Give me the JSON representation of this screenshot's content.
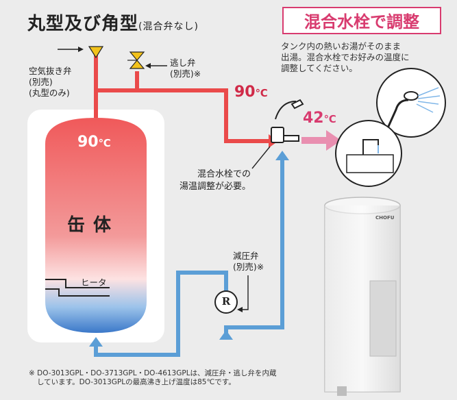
{
  "title": {
    "main": "丸型及び角型",
    "sub": "(混合弁なし)"
  },
  "badge": {
    "text": "混合水栓で調整"
  },
  "badge_description": [
    "タンク内の熱いお湯がそのまま",
    "出湯。混合水栓でお好みの温度に",
    "調整してください。"
  ],
  "labels": {
    "air_valve": [
      "空気抜き弁",
      "(別売)",
      "(丸型のみ)"
    ],
    "relief_valve": [
      "逃し弁",
      "(別売)※"
    ],
    "pressure_valve": [
      "減圧弁",
      "(別売)※"
    ],
    "mixing_note": [
      "混合水栓での",
      "湯温調整が必要。"
    ],
    "tank": "缶体",
    "heater": "ヒータ",
    "regulator_symbol": "R",
    "brand": "CHOFU"
  },
  "temperatures": {
    "pipe": "90",
    "tank": "90",
    "mixed": "42",
    "unit": "℃"
  },
  "footnote": [
    "※ DO-3013GPL・DO-3713GPL・DO-4613GPLは、減圧弁・逃し弁を内蔵",
    "しています。DO-3013GPLの最高沸き上げ温度は85℃です。"
  ],
  "colors": {
    "hot": "#ea4a4a",
    "cold": "#5b9ed6",
    "mix": "#e98fb0",
    "accent": "#d83b6f",
    "valve": "#f2c21b"
  }
}
